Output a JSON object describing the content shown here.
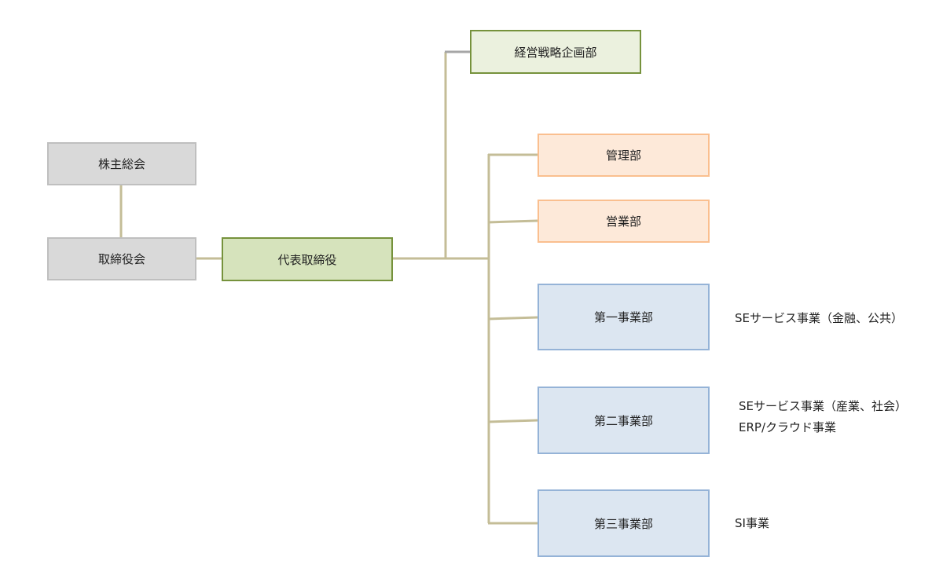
{
  "colors": {
    "connector": "#c4bd97",
    "connector_strategy": "#a6a6a6"
  },
  "nodes": {
    "shareholders_meeting": "株主総会",
    "board_of_directors": "取締役会",
    "representative_director": "代表取締役",
    "corporate_strategy": "経営戦略企画部",
    "administration": "管理部",
    "sales": "営業部",
    "division_1": "第一事業部",
    "division_2": "第二事業部",
    "division_3": "第三事業部"
  },
  "notes": {
    "division_1": "SEサービス事業（金融、公共）",
    "division_2_line1": "SEサービス事業（産業、社会）",
    "division_2_line2": "ERP/クラウド事業",
    "division_3": "SI事業"
  }
}
